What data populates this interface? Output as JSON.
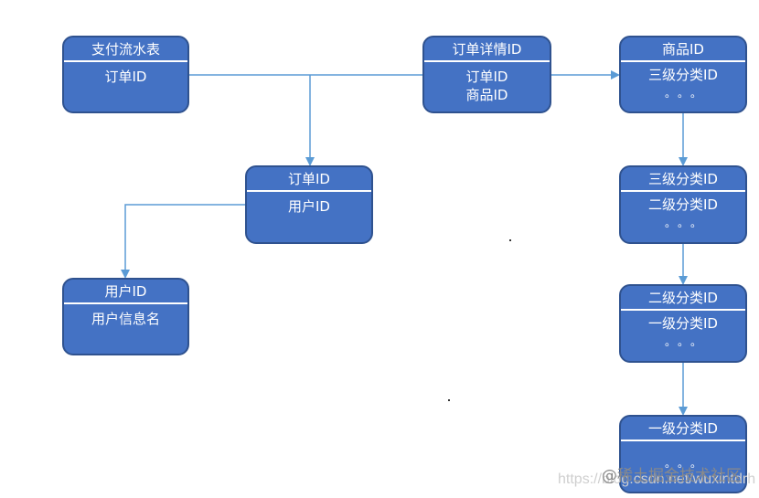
{
  "nodes": {
    "payment": {
      "title": "支付流水表",
      "lines": [
        "订单ID"
      ]
    },
    "order_detail": {
      "title": "订单详情ID",
      "lines": [
        "订单ID",
        "商品ID"
      ]
    },
    "product": {
      "title": "商品ID",
      "lines": [
        "三级分类ID"
      ],
      "dots": "。。。"
    },
    "order": {
      "title": "订单ID",
      "lines": [
        "用户ID"
      ]
    },
    "user": {
      "title": "用户ID",
      "lines": [
        "用户信息名"
      ]
    },
    "level3": {
      "title": "三级分类ID",
      "lines": [
        "二级分类ID"
      ],
      "dots": "。。。"
    },
    "level2": {
      "title": "二级分类ID",
      "lines": [
        "一级分类ID"
      ],
      "dots": "。。。"
    },
    "level1": {
      "title": "一级分类ID",
      "lines": [],
      "dots": "。。。"
    }
  },
  "watermark": {
    "url": "https://blog.csdn.net/wuxintdrh",
    "site": "@稀土掘金技术社区"
  },
  "colors": {
    "node_fill": "#4472c4",
    "node_border": "#2f528f",
    "connector": "#5b9bd5"
  }
}
